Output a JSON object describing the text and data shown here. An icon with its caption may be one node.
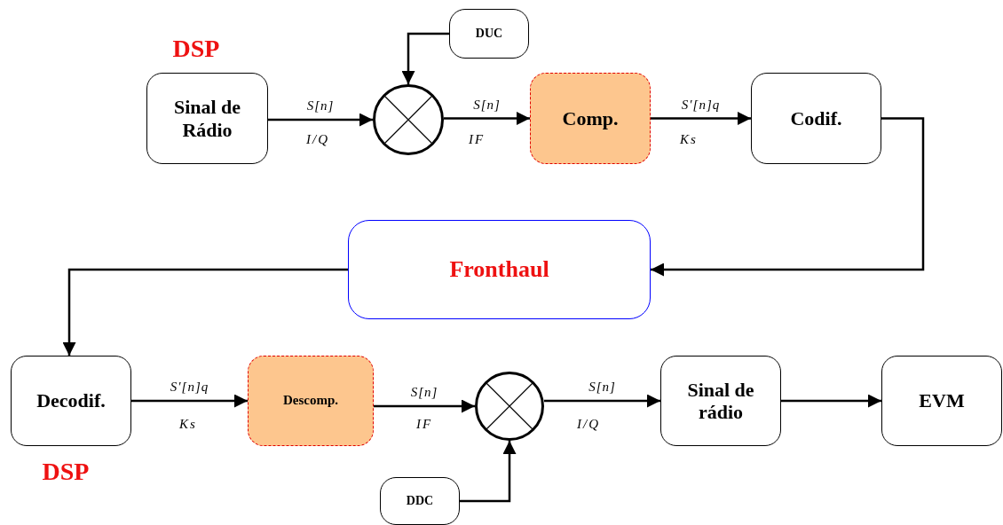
{
  "diagram": {
    "nodes": [
      {
        "text": [
          "Sinal de Rádio"
        ]
      },
      {
        "text": [],
        "shape": "circle"
      },
      {
        "text": [
          "DUC"
        ]
      },
      {
        "text": [
          "Comp."
        ]
      },
      {
        "text": [
          "Codif."
        ]
      },
      {
        "text": [
          "Fronthaul"
        ]
      },
      {
        "text": [
          "Decodif."
        ]
      },
      {
        "text": [
          "Descomp."
        ]
      },
      {
        "text": [],
        "shape": "circle"
      },
      {
        "text": [
          "Sinal de rádio"
        ]
      },
      {
        "text": [
          "EVM"
        ]
      },
      {
        "text": [
          "DDC"
        ]
      }
    ],
    "edges": [
      {
        "from": 0,
        "to": 1,
        "arrow": "to",
        "label": "S[n]"
      },
      {
        "from": 2,
        "to": 1,
        "arrow": "to"
      },
      {
        "from": 1,
        "to": 3,
        "arrow": "to",
        "label": "S[n]"
      },
      {
        "from": 3,
        "to": 4,
        "arrow": "to",
        "label": "S′[n]q"
      },
      {
        "from": 4,
        "to": 5,
        "arrow": "to"
      },
      {
        "from": 5,
        "to": 6,
        "arrow": "to"
      },
      {
        "from": 6,
        "to": 7,
        "arrow": "to",
        "label": "S′[n]q"
      },
      {
        "from": 7,
        "to": 8,
        "arrow": "to",
        "label": "S[n]"
      },
      {
        "from": 11,
        "to": 8,
        "arrow": "to"
      },
      {
        "from": 8,
        "to": 9,
        "arrow": "to",
        "label": "S[n]"
      },
      {
        "from": 9,
        "to": 10,
        "arrow": "to"
      }
    ],
    "labels": [
      "DSP",
      "I/Q",
      "IF",
      "Ks",
      "DSP",
      "Ks",
      "IF",
      "I/Q"
    ]
  }
}
